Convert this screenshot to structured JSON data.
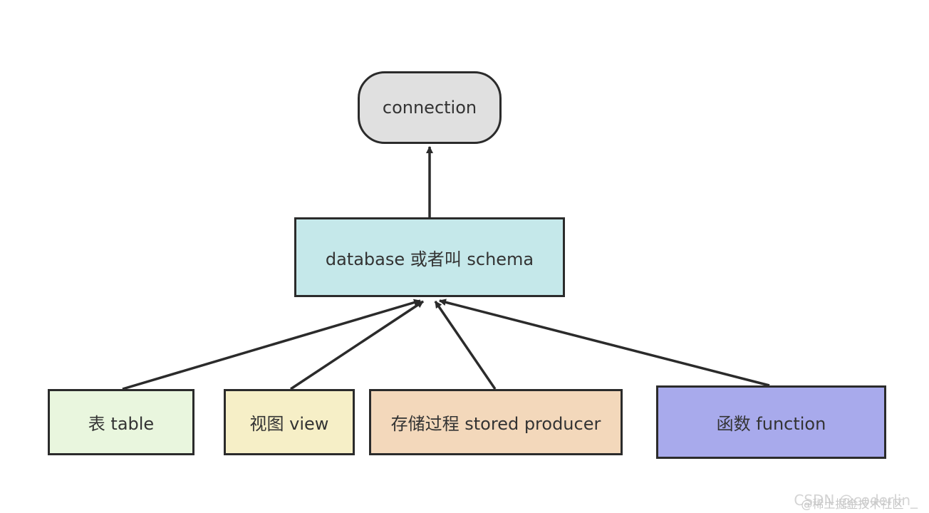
{
  "nodes": {
    "connection": {
      "label": "connection",
      "fill": "#e0e0e0"
    },
    "database": {
      "label": "database 或者叫 schema",
      "fill": "#c5e8ea"
    },
    "table": {
      "label": "表 table",
      "fill": "#e9f6de"
    },
    "view": {
      "label": "视图 view",
      "fill": "#f6efc7"
    },
    "stored": {
      "label": "存储过程 stored producer",
      "fill": "#f3d8bb"
    },
    "function": {
      "label": "函数 function",
      "fill": "#a8aaec"
    }
  },
  "edges": [
    {
      "from": "database",
      "to": "connection"
    },
    {
      "from": "table",
      "to": "database"
    },
    {
      "from": "view",
      "to": "database"
    },
    {
      "from": "stored",
      "to": "database"
    },
    {
      "from": "function",
      "to": "database"
    }
  ],
  "colors": {
    "stroke": "#2b2b2b",
    "text": "#333333"
  },
  "watermark": {
    "main": "CSDN @coderlin_",
    "sub": "@稀土掘金技术社区"
  }
}
